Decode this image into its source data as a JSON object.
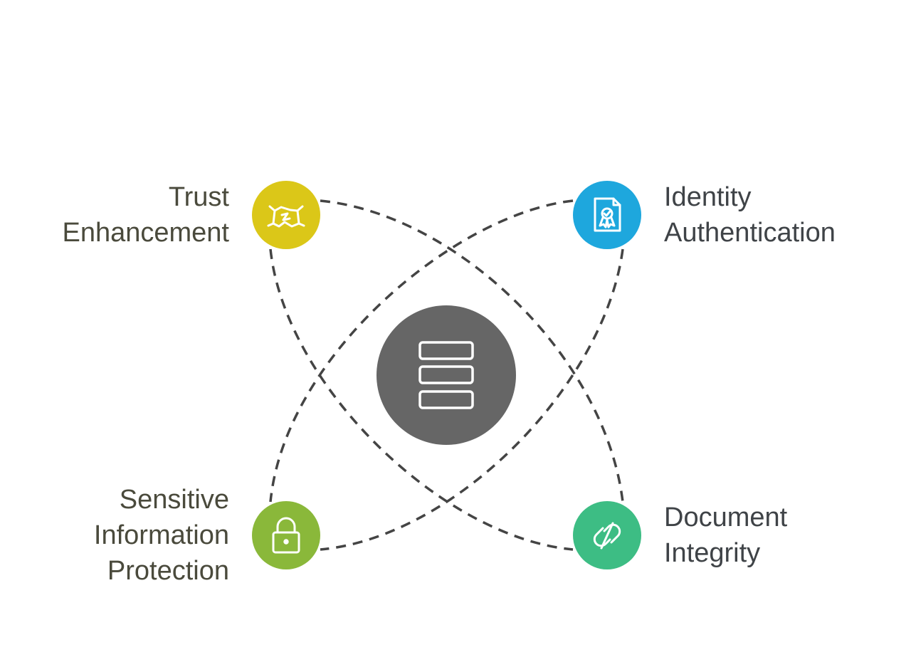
{
  "colors": {
    "trust": "#dbc718",
    "identity": "#1ea7dd",
    "sensitive": "#8ab83a",
    "integrity": "#3dbd84",
    "center": "#666666",
    "dash": "#444444",
    "label_left": "#4a4a3c",
    "label_right": "#3f4347"
  },
  "center": {
    "icon": "server-stack-icon"
  },
  "nodes": {
    "trust": {
      "lines": [
        "Trust",
        "Enhancement"
      ],
      "icon": "handshake-icon"
    },
    "identity": {
      "lines": [
        "Identity",
        "Authentication"
      ],
      "icon": "certificate-document-icon"
    },
    "sensitive": {
      "lines": [
        "Sensitive",
        "Information",
        "Protection"
      ],
      "icon": "padlock-icon"
    },
    "integrity": {
      "lines": [
        "Document",
        "Integrity"
      ],
      "icon": "link-chain-icon"
    }
  }
}
